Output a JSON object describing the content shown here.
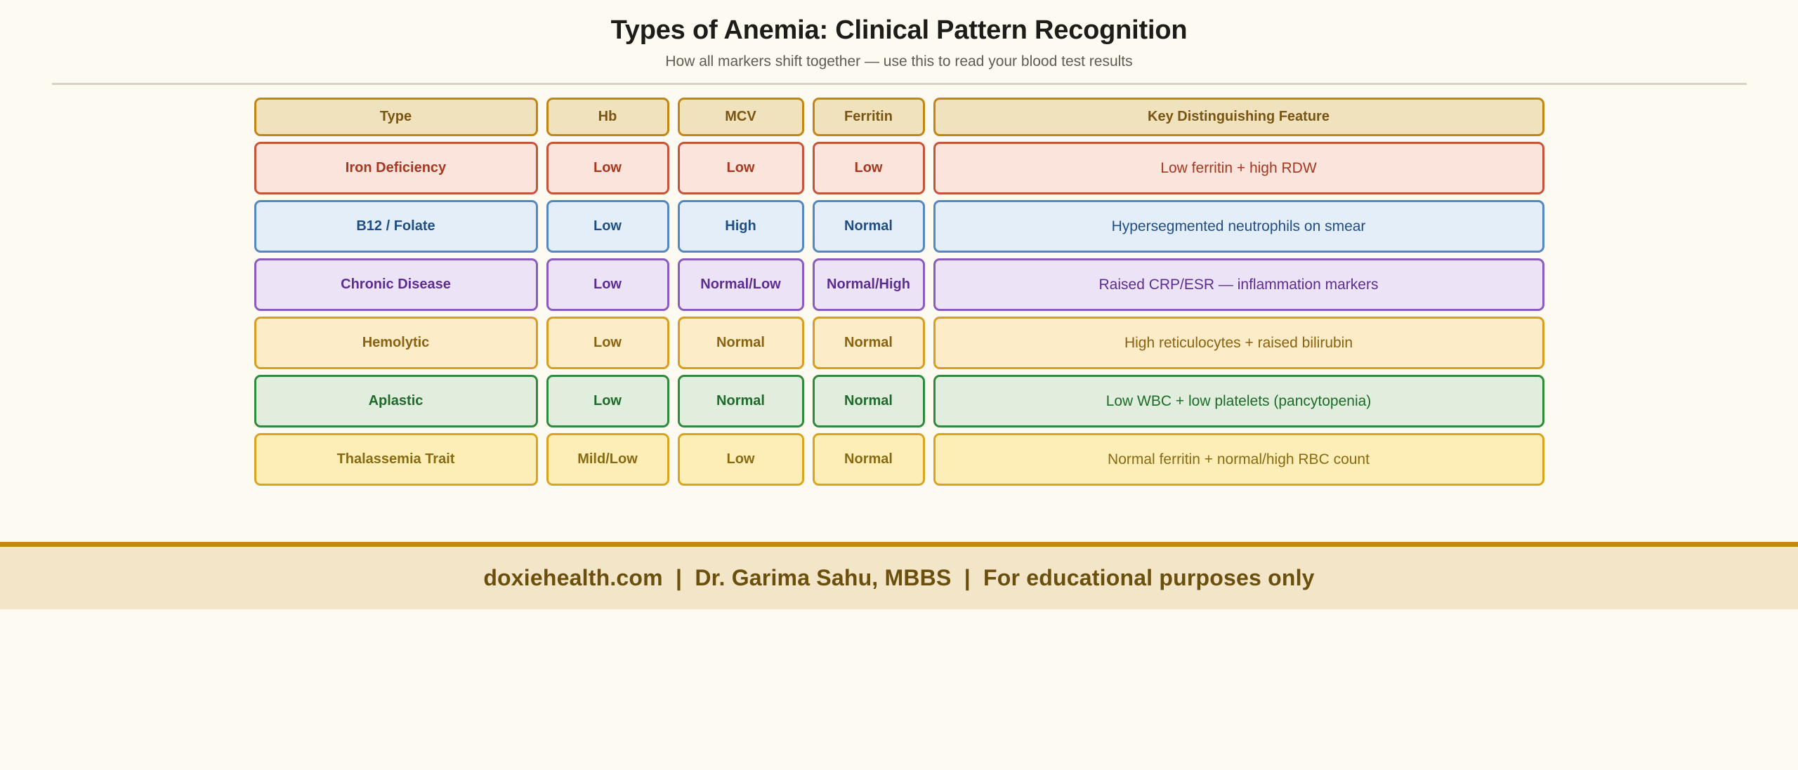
{
  "header": {
    "title": "Types of Anemia: Clinical Pattern Recognition",
    "subtitle": "How all markers shift together — use this to read your blood test results"
  },
  "table": {
    "columns": [
      {
        "key": "type",
        "label": "Type"
      },
      {
        "key": "hb",
        "label": "Hb"
      },
      {
        "key": "mcv",
        "label": "MCV"
      },
      {
        "key": "ferritin",
        "label": "Ferritin"
      },
      {
        "key": "feature",
        "label": "Key Distinguishing Feature"
      }
    ],
    "header_colors": {
      "bg": "#f0e2bd",
      "border": "#c28614",
      "text": "#7a5512"
    },
    "rows": [
      {
        "type": "Iron Deficiency",
        "hb": "Low",
        "mcv": "Low",
        "ferritin": "Low",
        "feature": "Low ferritin + high RDW",
        "colors": {
          "bg": "#fae4dc",
          "border": "#c4553c",
          "text": "#a8371f"
        }
      },
      {
        "type": "B12 / Folate",
        "hb": "Low",
        "mcv": "High",
        "ferritin": "Normal",
        "feature": "Hypersegmented neutrophils on smear",
        "colors": {
          "bg": "#e4eef8",
          "border": "#5587c0",
          "text": "#1f4e85"
        }
      },
      {
        "type": "Chronic Disease",
        "hb": "Low",
        "mcv": "Normal/Low",
        "ferritin": "Normal/High",
        "feature": "Raised CRP/ESR — inflammation markers",
        "colors": {
          "bg": "#ece3f7",
          "border": "#8a5cc0",
          "text": "#5c2d91"
        }
      },
      {
        "type": "Hemolytic",
        "hb": "Low",
        "mcv": "Normal",
        "ferritin": "Normal",
        "feature": "High reticulocytes + raised bilirubin",
        "colors": {
          "bg": "#fcecc8",
          "border": "#d99d21",
          "text": "#8a6210"
        }
      },
      {
        "type": "Aplastic",
        "hb": "Low",
        "mcv": "Normal",
        "ferritin": "Normal",
        "feature": "Low WBC + low platelets (pancytopenia)",
        "colors": {
          "bg": "#e2eedd",
          "border": "#2f8a3c",
          "text": "#1d6b2a"
        }
      },
      {
        "type": "Thalassemia Trait",
        "hb": "Mild/Low",
        "mcv": "Low",
        "ferritin": "Normal",
        "feature": "Normal ferritin + normal/high RBC count",
        "colors": {
          "bg": "#fdeeb8",
          "border": "#d9a521",
          "text": "#8a6a10"
        }
      }
    ]
  },
  "footer": {
    "site": "doxiehealth.com",
    "separator_1": "|",
    "author": "Dr. Garima Sahu, MBBS",
    "separator_2": "|",
    "disclaimer": "For educational purposes only",
    "text": "doxiehealth.com  |  Dr. Garima Sahu, MBBS  |  For educational purposes only",
    "colors": {
      "bg": "#f2e5c8",
      "border": "#c28614",
      "text": "#6b4f0d"
    }
  }
}
